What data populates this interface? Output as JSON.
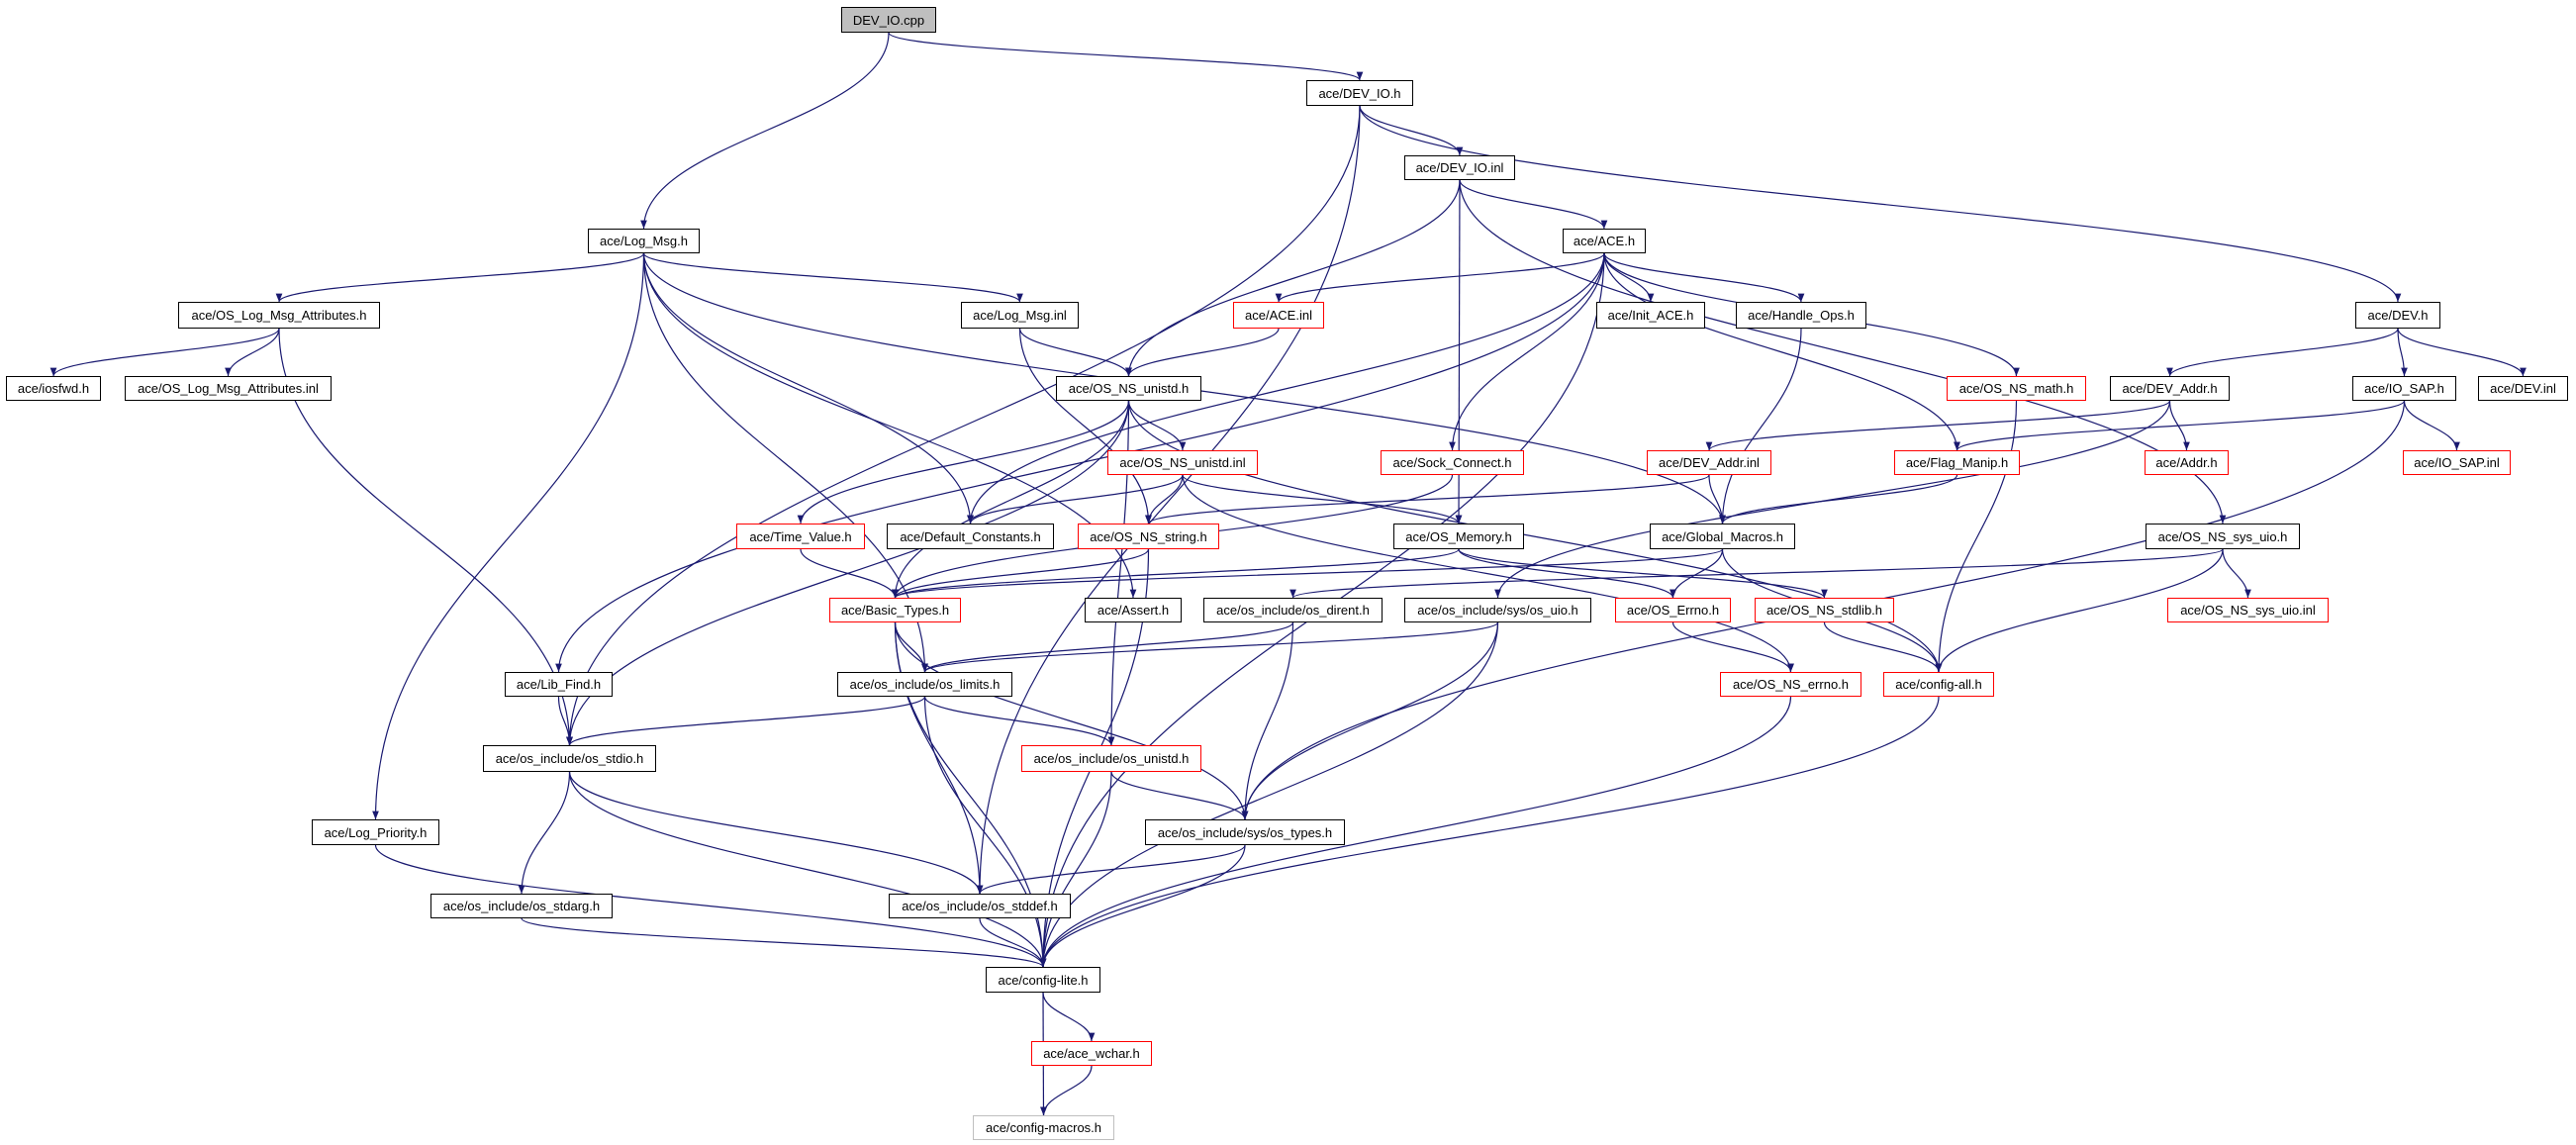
{
  "graph": {
    "title": "DEV_IO.cpp",
    "edge_color": "#191970",
    "colors": {
      "normal_border": "#000000",
      "truncated_border": "#ff0000",
      "root_fill": "#bfbfbf",
      "external_border": "#bfbfbf"
    },
    "nodes": [
      {
        "id": "cpp",
        "label": "DEV_IO.cpp",
        "kind": "root"
      },
      {
        "id": "devio_h",
        "label": "ace/DEV_IO.h",
        "kind": "normal"
      },
      {
        "id": "devio_inl",
        "label": "ace/DEV_IO.inl",
        "kind": "normal"
      },
      {
        "id": "logmsg_h",
        "label": "ace/Log_Msg.h",
        "kind": "normal"
      },
      {
        "id": "ace_h",
        "label": "ace/ACE.h",
        "kind": "normal"
      },
      {
        "id": "olma_h",
        "label": "ace/OS_Log_Msg_Attributes.h",
        "kind": "normal"
      },
      {
        "id": "logmsg_inl",
        "label": "ace/Log_Msg.inl",
        "kind": "normal"
      },
      {
        "id": "ace_inl",
        "label": "ace/ACE.inl",
        "kind": "red"
      },
      {
        "id": "initace",
        "label": "ace/Init_ACE.h",
        "kind": "normal"
      },
      {
        "id": "handleops",
        "label": "ace/Handle_Ops.h",
        "kind": "normal"
      },
      {
        "id": "dev_h",
        "label": "ace/DEV.h",
        "kind": "normal"
      },
      {
        "id": "iosfwd",
        "label": "ace/iosfwd.h",
        "kind": "normal"
      },
      {
        "id": "olma_inl",
        "label": "ace/OS_Log_Msg_Attributes.inl",
        "kind": "normal"
      },
      {
        "id": "nsunistd_h",
        "label": "ace/OS_NS_unistd.h",
        "kind": "normal"
      },
      {
        "id": "nsmath",
        "label": "ace/OS_NS_math.h",
        "kind": "red"
      },
      {
        "id": "devaddr_h",
        "label": "ace/DEV_Addr.h",
        "kind": "normal"
      },
      {
        "id": "iosap_h",
        "label": "ace/IO_SAP.h",
        "kind": "normal"
      },
      {
        "id": "dev_inl",
        "label": "ace/DEV.inl",
        "kind": "normal"
      },
      {
        "id": "nsunistd_inl",
        "label": "ace/OS_NS_unistd.inl",
        "kind": "red"
      },
      {
        "id": "sockconn",
        "label": "ace/Sock_Connect.h",
        "kind": "red"
      },
      {
        "id": "devaddr_inl",
        "label": "ace/DEV_Addr.inl",
        "kind": "red"
      },
      {
        "id": "flagmanip",
        "label": "ace/Flag_Manip.h",
        "kind": "red"
      },
      {
        "id": "addr",
        "label": "ace/Addr.h",
        "kind": "red"
      },
      {
        "id": "iosap_inl",
        "label": "ace/IO_SAP.inl",
        "kind": "red"
      },
      {
        "id": "timevalue",
        "label": "ace/Time_Value.h",
        "kind": "red"
      },
      {
        "id": "defconst",
        "label": "ace/Default_Constants.h",
        "kind": "normal"
      },
      {
        "id": "nsstring",
        "label": "ace/OS_NS_string.h",
        "kind": "red"
      },
      {
        "id": "osmemory",
        "label": "ace/OS_Memory.h",
        "kind": "normal"
      },
      {
        "id": "globalmacros",
        "label": "ace/Global_Macros.h",
        "kind": "normal"
      },
      {
        "id": "nssysuio_h",
        "label": "ace/OS_NS_sys_uio.h",
        "kind": "normal"
      },
      {
        "id": "basictypes",
        "label": "ace/Basic_Types.h",
        "kind": "red"
      },
      {
        "id": "assert",
        "label": "ace/Assert.h",
        "kind": "normal"
      },
      {
        "id": "dirent",
        "label": "ace/os_include/os_dirent.h",
        "kind": "normal"
      },
      {
        "id": "osuio",
        "label": "ace/os_include/sys/os_uio.h",
        "kind": "normal"
      },
      {
        "id": "oserrno",
        "label": "ace/OS_Errno.h",
        "kind": "red"
      },
      {
        "id": "nsstdlib",
        "label": "ace/OS_NS_stdlib.h",
        "kind": "red"
      },
      {
        "id": "nssysuio_inl",
        "label": "ace/OS_NS_sys_uio.inl",
        "kind": "red"
      },
      {
        "id": "libfind",
        "label": "ace/Lib_Find.h",
        "kind": "normal"
      },
      {
        "id": "limits",
        "label": "ace/os_include/os_limits.h",
        "kind": "normal"
      },
      {
        "id": "nserrno",
        "label": "ace/OS_NS_errno.h",
        "kind": "red"
      },
      {
        "id": "configall",
        "label": "ace/config-all.h",
        "kind": "red"
      },
      {
        "id": "stdio",
        "label": "ace/os_include/os_stdio.h",
        "kind": "normal"
      },
      {
        "id": "unistd",
        "label": "ace/os_include/os_unistd.h",
        "kind": "red"
      },
      {
        "id": "logpriority",
        "label": "ace/Log_Priority.h",
        "kind": "normal"
      },
      {
        "id": "ostypes",
        "label": "ace/os_include/sys/os_types.h",
        "kind": "normal"
      },
      {
        "id": "stdarg",
        "label": "ace/os_include/os_stdarg.h",
        "kind": "normal"
      },
      {
        "id": "stddef",
        "label": "ace/os_include/os_stddef.h",
        "kind": "normal"
      },
      {
        "id": "configlite",
        "label": "ace/config-lite.h",
        "kind": "normal"
      },
      {
        "id": "wchar",
        "label": "ace/ace_wchar.h",
        "kind": "red"
      },
      {
        "id": "macros",
        "label": "ace/config-macros.h",
        "kind": "gray"
      }
    ],
    "edges": [
      [
        "cpp",
        "logmsg_h"
      ],
      [
        "cpp",
        "devio_h"
      ],
      [
        "devio_h",
        "stdio"
      ],
      [
        "devio_h",
        "devio_inl"
      ],
      [
        "devio_h",
        "dev_h"
      ],
      [
        "devio_h",
        "stddef"
      ],
      [
        "devio_inl",
        "nsunistd_h"
      ],
      [
        "devio_inl",
        "ace_h"
      ],
      [
        "devio_inl",
        "osmemory"
      ],
      [
        "devio_inl",
        "nssysuio_h"
      ],
      [
        "logmsg_h",
        "olma_h"
      ],
      [
        "logmsg_h",
        "logmsg_inl"
      ],
      [
        "logmsg_h",
        "logpriority"
      ],
      [
        "logmsg_h",
        "limits"
      ],
      [
        "logmsg_h",
        "defconst"
      ],
      [
        "logmsg_h",
        "globalmacros"
      ],
      [
        "logmsg_h",
        "assert"
      ],
      [
        "olma_h",
        "iosfwd"
      ],
      [
        "olma_h",
        "olma_inl"
      ],
      [
        "olma_h",
        "stdio"
      ],
      [
        "logmsg_inl",
        "nsunistd_h"
      ],
      [
        "logmsg_inl",
        "nsstring"
      ],
      [
        "ace_h",
        "ace_inl"
      ],
      [
        "ace_h",
        "libfind"
      ],
      [
        "ace_h",
        "defconst"
      ],
      [
        "ace_h",
        "sockconn"
      ],
      [
        "ace_h",
        "initace"
      ],
      [
        "ace_h",
        "handleops"
      ],
      [
        "ace_h",
        "flagmanip"
      ],
      [
        "ace_h",
        "nsmath"
      ],
      [
        "ace_h",
        "configlite"
      ],
      [
        "ace_inl",
        "nsunistd_h"
      ],
      [
        "nsunistd_h",
        "timevalue"
      ],
      [
        "nsunistd_h",
        "nsunistd_inl"
      ],
      [
        "nsunistd_h",
        "basictypes"
      ],
      [
        "nsunistd_h",
        "stdio"
      ],
      [
        "nsunistd_h",
        "configall"
      ],
      [
        "nsunistd_h",
        "unistd"
      ],
      [
        "nsunistd_inl",
        "defconst"
      ],
      [
        "nsunistd_inl",
        "nsstring"
      ],
      [
        "nsunistd_inl",
        "osmemory"
      ],
      [
        "nsunistd_inl",
        "nserrno"
      ],
      [
        "timevalue",
        "basictypes"
      ],
      [
        "nsstring",
        "basictypes"
      ],
      [
        "nsstring",
        "configlite"
      ],
      [
        "sockconn",
        "basictypes"
      ],
      [
        "devaddr_inl",
        "nsstring"
      ],
      [
        "devaddr_inl",
        "globalmacros"
      ],
      [
        "flagmanip",
        "globalmacros"
      ],
      [
        "handleops",
        "globalmacros"
      ],
      [
        "dev_h",
        "devaddr_h"
      ],
      [
        "dev_h",
        "iosap_h"
      ],
      [
        "dev_h",
        "dev_inl"
      ],
      [
        "devaddr_h",
        "devaddr_inl"
      ],
      [
        "devaddr_h",
        "addr"
      ],
      [
        "devaddr_h",
        "osuio"
      ],
      [
        "iosap_h",
        "flagmanip"
      ],
      [
        "iosap_h",
        "iosap_inl"
      ],
      [
        "iosap_h",
        "ostypes"
      ],
      [
        "nsmath",
        "configall"
      ],
      [
        "osmemory",
        "basictypes"
      ],
      [
        "osmemory",
        "oserrno"
      ],
      [
        "osmemory",
        "nsstdlib"
      ],
      [
        "globalmacros",
        "oserrno"
      ],
      [
        "globalmacros",
        "configall"
      ],
      [
        "globalmacros",
        "basictypes"
      ],
      [
        "nssysuio_h",
        "dirent"
      ],
      [
        "nssysuio_h",
        "nssysuio_inl"
      ],
      [
        "nssysuio_h",
        "configall"
      ],
      [
        "basictypes",
        "limits"
      ],
      [
        "basictypes",
        "ostypes"
      ],
      [
        "basictypes",
        "stddef"
      ],
      [
        "basictypes",
        "configlite"
      ],
      [
        "dirent",
        "limits"
      ],
      [
        "dirent",
        "ostypes"
      ],
      [
        "osuio",
        "limits"
      ],
      [
        "osuio",
        "ostypes"
      ],
      [
        "osuio",
        "configlite"
      ],
      [
        "oserrno",
        "nserrno"
      ],
      [
        "nsstdlib",
        "configall"
      ],
      [
        "libfind",
        "stdio"
      ],
      [
        "limits",
        "stdio"
      ],
      [
        "limits",
        "unistd"
      ],
      [
        "limits",
        "configlite"
      ],
      [
        "stdio",
        "stdarg"
      ],
      [
        "stdio",
        "stddef"
      ],
      [
        "stdio",
        "configlite"
      ],
      [
        "unistd",
        "ostypes"
      ],
      [
        "unistd",
        "configlite"
      ],
      [
        "logpriority",
        "configlite"
      ],
      [
        "ostypes",
        "stddef"
      ],
      [
        "ostypes",
        "configlite"
      ],
      [
        "stdarg",
        "configlite"
      ],
      [
        "stddef",
        "configlite"
      ],
      [
        "nserrno",
        "configlite"
      ],
      [
        "configall",
        "configlite"
      ],
      [
        "configlite",
        "wchar"
      ],
      [
        "configlite",
        "macros"
      ],
      [
        "wchar",
        "macros"
      ]
    ]
  }
}
